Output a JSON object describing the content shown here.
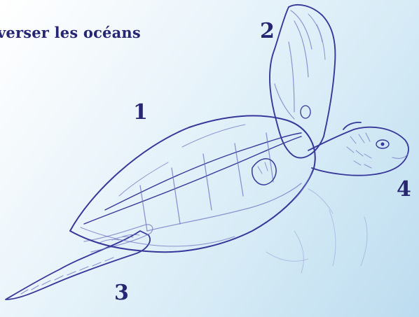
{
  "figure": {
    "title": "verser les océans",
    "labels": {
      "one": "1",
      "two": "2",
      "three": "3",
      "four": "4"
    }
  },
  "colors": {
    "ink": "#262673",
    "background_light": "#ffffff",
    "background_blue": "#bcdcef"
  }
}
